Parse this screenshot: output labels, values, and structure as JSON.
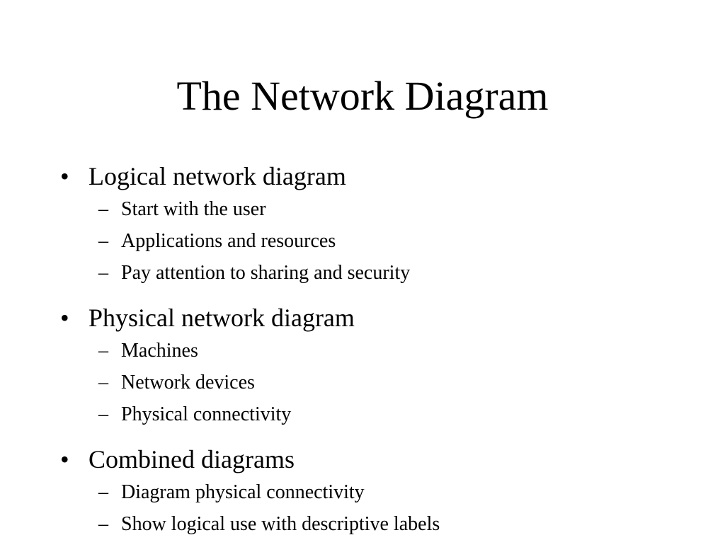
{
  "slide": {
    "title": "The Network Diagram",
    "bullets": [
      {
        "marker": "•",
        "text": "Logical network diagram",
        "sub_marker": "–",
        "subitems": [
          "Start with the user",
          "Applications and resources",
          "Pay attention to sharing and security"
        ]
      },
      {
        "marker": "•",
        "text": "Physical network diagram",
        "sub_marker": "–",
        "subitems": [
          "Machines",
          "Network devices",
          "Physical connectivity"
        ]
      },
      {
        "marker": "•",
        "text": "Combined diagrams",
        "sub_marker": "–",
        "subitems": [
          "Diagram physical connectivity",
          "Show logical use with descriptive labels"
        ]
      }
    ]
  }
}
